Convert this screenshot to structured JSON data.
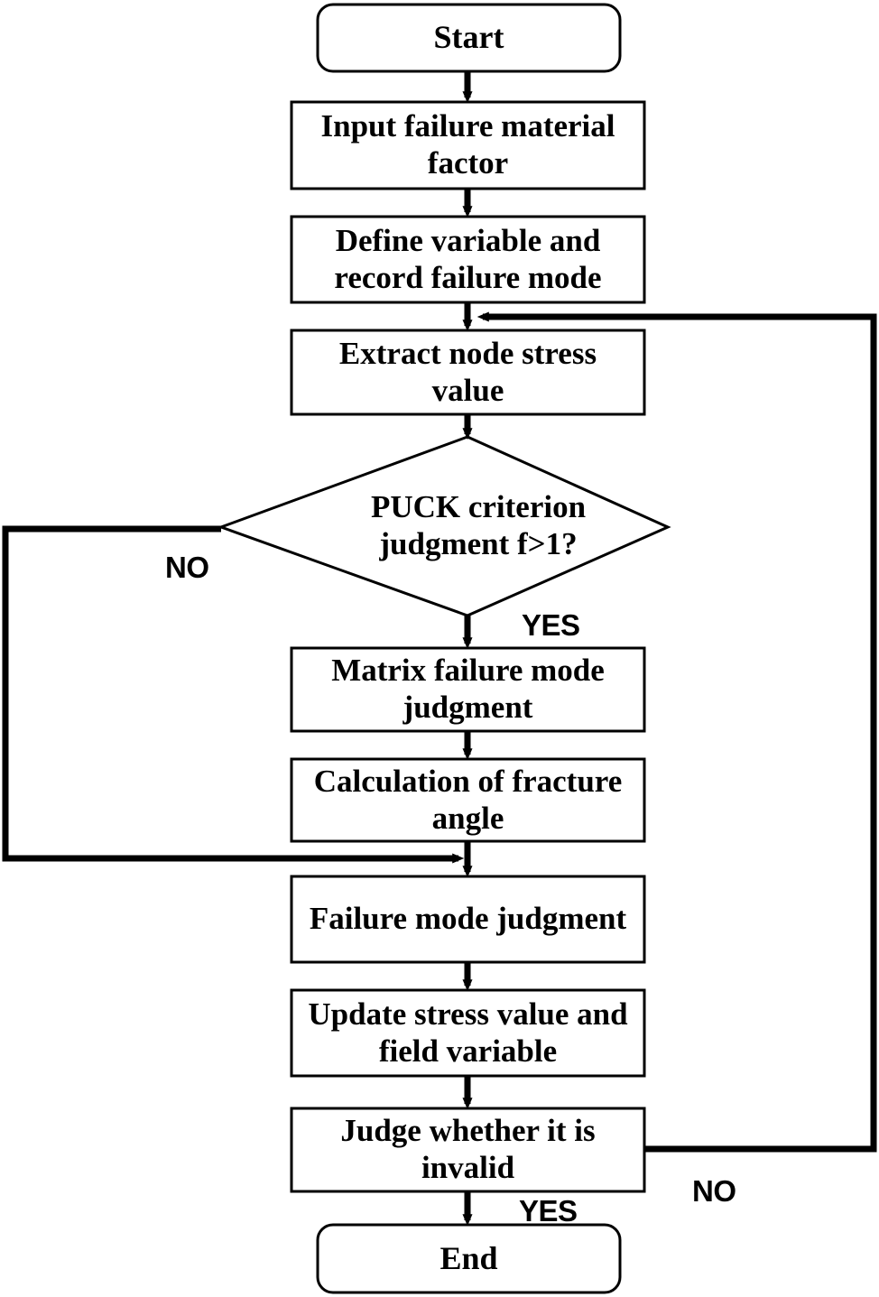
{
  "diagram": {
    "title": "PUCK criterion progressive failure analysis flowchart",
    "background": "#ffffff",
    "stroke": "#000000",
    "nodes": {
      "start": {
        "label": "Start",
        "shape": "rounded-terminator"
      },
      "input_failure_material_factor": {
        "label": "Input failure material\nfactor",
        "shape": "process"
      },
      "define_variable": {
        "label": "Define variable and\nrecord failure mode",
        "shape": "process"
      },
      "extract_node_stress": {
        "label": "Extract node stress\nvalue",
        "shape": "process"
      },
      "puck_criterion": {
        "label": "PUCK criterion\njudgment f>1?",
        "shape": "decision"
      },
      "matrix_failure_mode": {
        "label": "Matrix failure mode\njudgment",
        "shape": "process"
      },
      "calculation_fracture_angle": {
        "label": "Calculation of fracture\nangle",
        "shape": "process"
      },
      "failure_mode_judgment": {
        "label": "Failure mode judgment",
        "shape": "process"
      },
      "update_stress_value": {
        "label": "Update stress value and\nfield variable",
        "shape": "process"
      },
      "judge_whether_invalid": {
        "label": "Judge whether it is\ninvalid",
        "shape": "process"
      },
      "end": {
        "label": "End",
        "shape": "rounded-terminator"
      }
    },
    "branch_labels": {
      "puck_no": "NO",
      "puck_yes": "YES",
      "invalid_yes": "YES",
      "invalid_no": "NO"
    }
  }
}
